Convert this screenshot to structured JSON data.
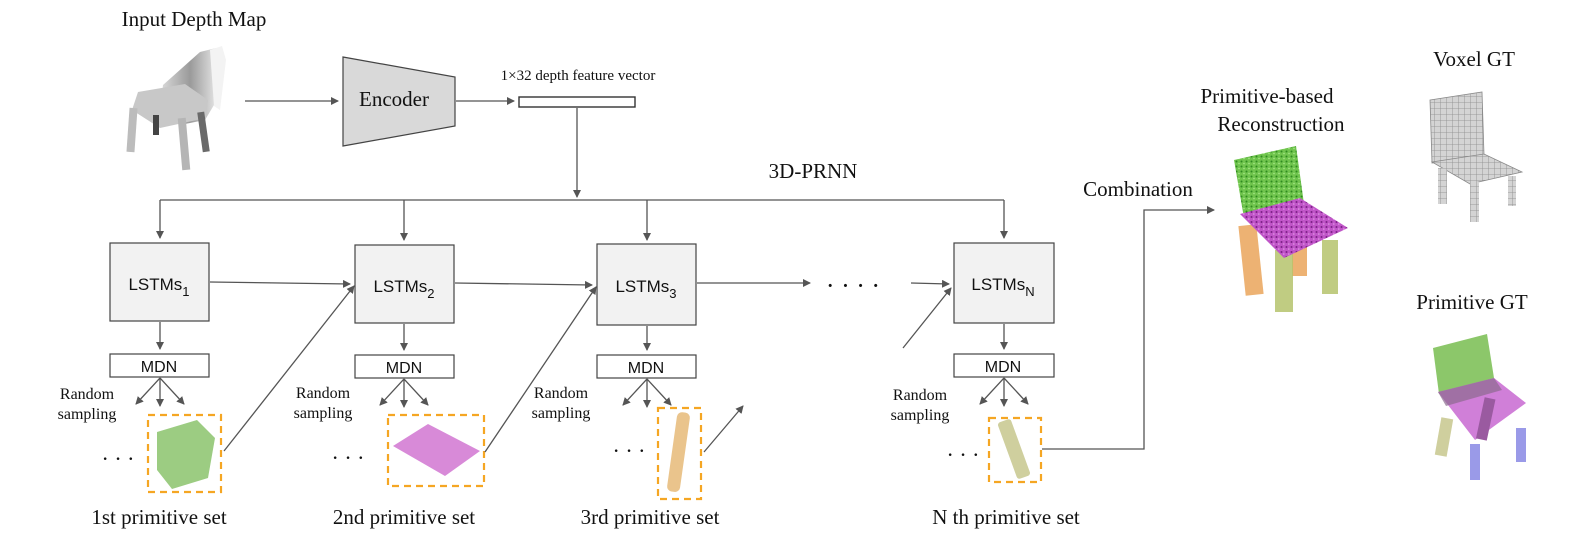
{
  "input_label": "Input Depth Map",
  "encoder_label": "Encoder",
  "feature_label": "1×32 depth feature vector",
  "prnn_label": "3D-PRNN",
  "combination_label": "Combination",
  "reconstruction_label_line1": "Primitive-based",
  "reconstruction_label_line2": "Reconstruction",
  "voxel_gt_label": "Voxel GT",
  "primitive_gt_label": "Primitive GT",
  "lstm": {
    "base": "LSTMs",
    "sub1": "1",
    "sub2": "2",
    "sub3": "3",
    "subN": "N"
  },
  "mdn_label": "MDN",
  "random_line1": "Random",
  "random_line2": "sampling",
  "ellipsis": "· · ·",
  "long_ellipsis": "· · · ·",
  "set_labels": {
    "s1": "1st primitive set",
    "s2": "2nd primitive set",
    "s3": "3rd primitive set",
    "sN": "N th primitive set"
  },
  "colors": {
    "green": "#9ccc82",
    "magenta": "#d88ad8",
    "orange": "#eac48c",
    "olive": "#cfcf9e",
    "blue": "#9a9ae8",
    "dash": "#f5a623"
  }
}
